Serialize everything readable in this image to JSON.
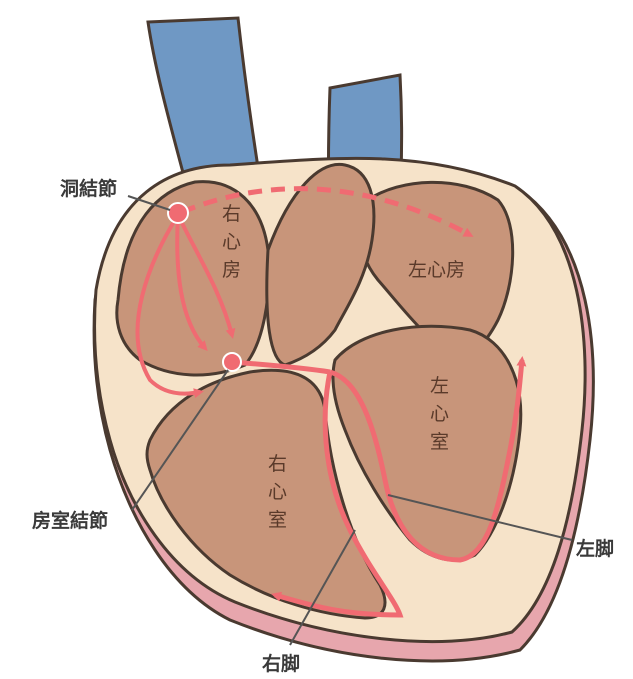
{
  "labels": {
    "sa_node": "洞結節",
    "av_node": "房室結節",
    "right_bundle": "右脚",
    "left_bundle": "左脚",
    "right_atrium": [
      "右",
      "心",
      "房"
    ],
    "left_atrium": "左心房",
    "left_ventricle": [
      "左",
      "心",
      "室"
    ],
    "right_ventricle": [
      "右",
      "心",
      "室"
    ]
  },
  "colors": {
    "vessel": "#6f98c4",
    "outline": "#4a3a30",
    "chamber": "#c8957a",
    "wall": "#f6e3c9",
    "pericardium": "#e7a6ad",
    "conduction": "#f06b72",
    "leader": "#555555"
  }
}
